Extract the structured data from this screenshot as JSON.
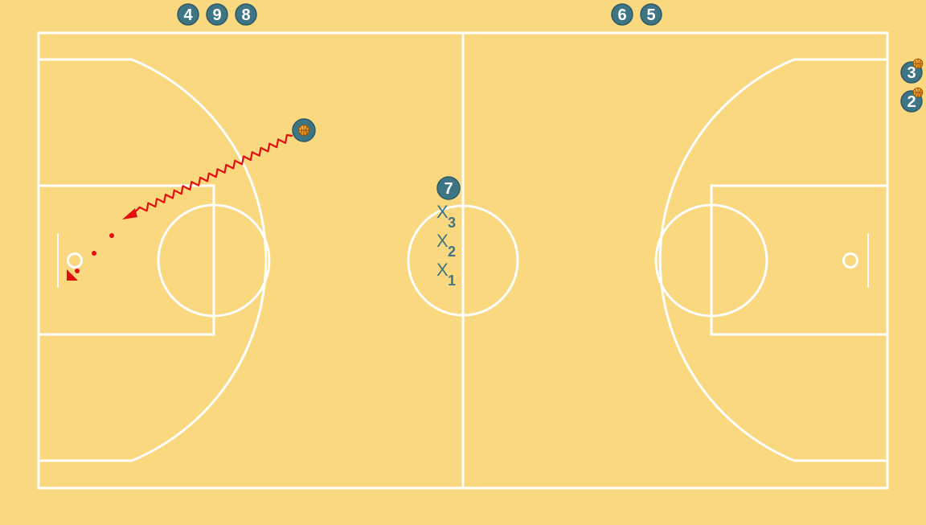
{
  "colors": {
    "background": "#fad880",
    "lines": "#ffffff",
    "player_fill": "#3e7585",
    "player_stroke": "#2c5a66",
    "player_text": "#ffffff",
    "ball": "#f09a1a",
    "defender": "#3e7585",
    "action": "#e30f0f"
  },
  "players": {
    "p4": "4",
    "p9": "9",
    "p8": "8",
    "p6": "6",
    "p5": "5",
    "p3": "3",
    "p2": "2",
    "p7": "7"
  },
  "defenders": [
    {
      "symbol": "X",
      "subscript": "3"
    },
    {
      "symbol": "X",
      "subscript": "2"
    },
    {
      "symbol": "X",
      "subscript": "1"
    }
  ],
  "icons": {
    "ball": "basketball-icon",
    "dribble_arrow": "zigzag-arrow-icon",
    "shot_path": "dotted-line",
    "cone": "red-triangle-marker"
  }
}
